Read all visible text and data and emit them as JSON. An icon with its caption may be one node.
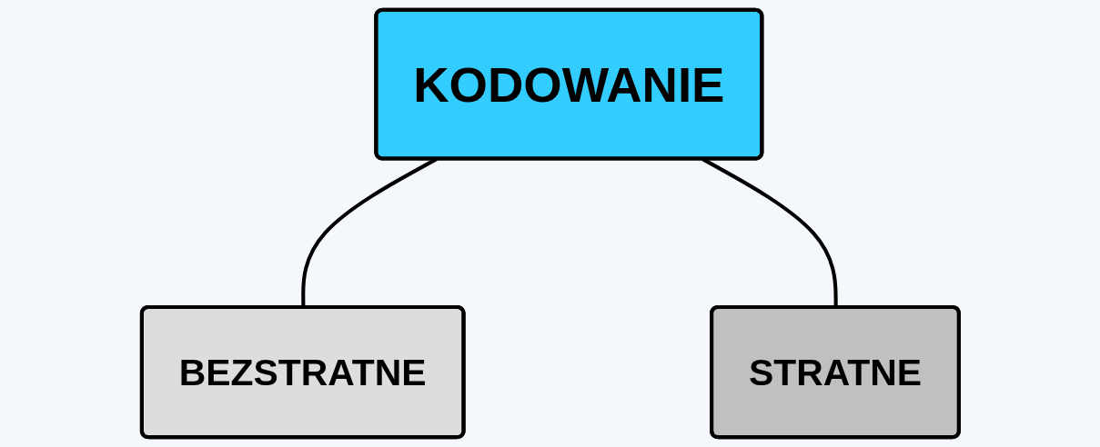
{
  "diagram": {
    "nodes": [
      {
        "text": [
          "KODOWANIE"
        ]
      },
      {
        "text": [
          "BEZSTRATNE"
        ]
      },
      {
        "text": [
          "STRATNE"
        ]
      }
    ],
    "edges": [
      {
        "from": 0,
        "to": 1,
        "arrow": "none"
      },
      {
        "from": 0,
        "to": 2,
        "arrow": "none"
      }
    ]
  }
}
